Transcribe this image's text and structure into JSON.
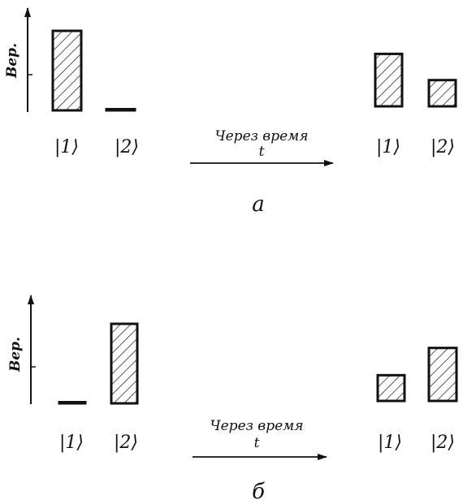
{
  "panels": [
    {
      "id": "a",
      "label": "а",
      "y_label": "Вер.",
      "arrow_caption_line1": "Через время",
      "arrow_caption_line2": "t",
      "states": [
        "|1⟩",
        "|2⟩"
      ],
      "probabilities_before": [
        1.0,
        0.0
      ],
      "probabilities_after": [
        0.68,
        0.34
      ]
    },
    {
      "id": "b",
      "label": "б",
      "y_label": "Вер.",
      "arrow_caption_line1": "Через время",
      "arrow_caption_line2": "t",
      "states": [
        "|1⟩",
        "|2⟩"
      ],
      "probabilities_before": [
        0.0,
        1.0
      ],
      "probabilities_after": [
        0.33,
        0.68
      ]
    }
  ],
  "colors": {
    "stroke": "#111111",
    "hatch": "#111111",
    "background": "#ffffff"
  }
}
